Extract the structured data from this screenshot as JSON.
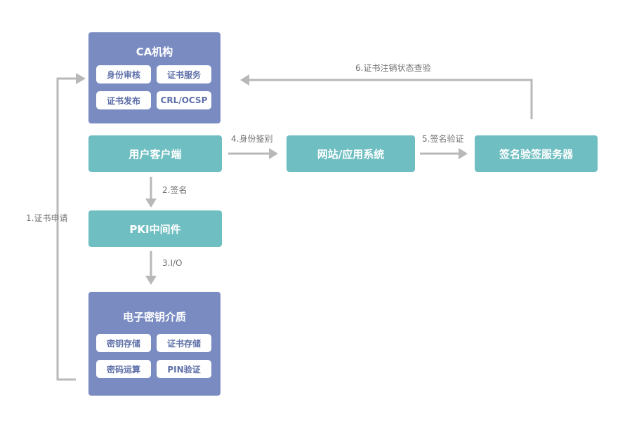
{
  "ca": {
    "title": "CA机构",
    "items": [
      "身份审核",
      "证书服务",
      "证书发布",
      "CRL/OCSP"
    ]
  },
  "client": {
    "title": "用户客户端"
  },
  "pki": {
    "title": "PKI中间件"
  },
  "medium": {
    "title": "电子密钥介质",
    "items": [
      "密钥存储",
      "证书存储",
      "密码运算",
      "PIN验证"
    ]
  },
  "website": {
    "title": "网站/应用系统"
  },
  "sign_server": {
    "title": "签名验签服务器"
  },
  "edges": {
    "e1": "1.证书申请",
    "e2": "2.签名",
    "e3": "3.I/O",
    "e4": "4.身份鉴别",
    "e5": "5.签名验证",
    "e6": "6.证书注销状态查验"
  },
  "colors": {
    "purple": "#7a8bc2",
    "teal": "#6fbec1",
    "arrow": "#b8b8b8",
    "chip_text": "#5d6fa8",
    "label_text": "#707070"
  }
}
